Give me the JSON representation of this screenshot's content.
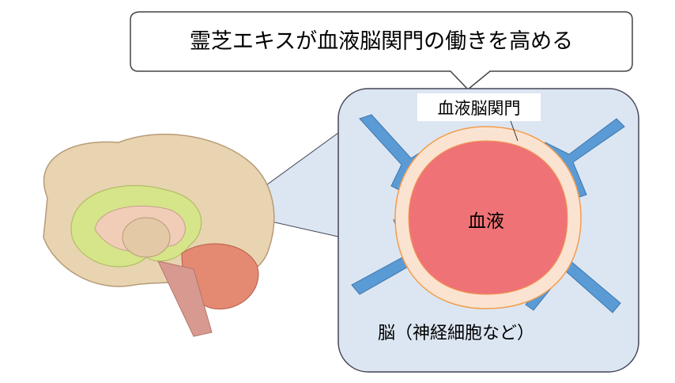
{
  "title": "霊芝エキスが血液脳関門の働きを高める",
  "labels": {
    "bbb": "血液脳関門",
    "blood": "血液",
    "brain": "脳（神経細胞など）"
  },
  "colors": {
    "panel": "#dce6f2",
    "vessel": "#5b9bd5",
    "blood": "#ef7376",
    "barrier": "#fbe3d2",
    "barrier_stroke": "#f39c4c"
  }
}
